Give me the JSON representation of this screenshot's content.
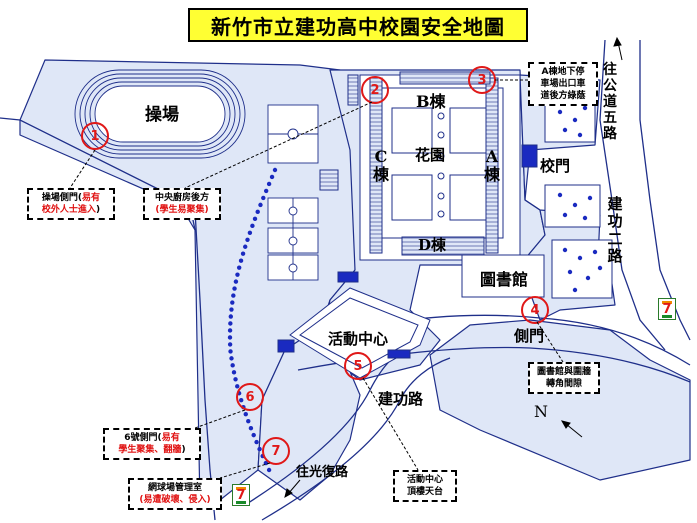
{
  "title": "新竹市立建功高中校園安全地圖",
  "labels": {
    "playground": "操場",
    "building_a": "A棟",
    "building_b": "B棟",
    "building_c": "C棟",
    "building_d": "D棟",
    "garden": "花園",
    "library": "圖書館",
    "activity_center": "活動中心",
    "main_gate": "校門",
    "side_gate": "側門",
    "road_jiangong": "建功路",
    "road_jiangong_2": "建功二路",
    "road_gongdao_5": "往公道五路",
    "road_guangfu": "往光復路",
    "north": "N"
  },
  "markers": [
    "1",
    "2",
    "3",
    "4",
    "5",
    "6",
    "7"
  ],
  "callouts": {
    "c1": {
      "line1": "操場側門(",
      "red1": "易有",
      "line2": "",
      "red2": "校外人士進入",
      "end": ")"
    },
    "c2": {
      "line1": "中央廚房後方",
      "red2": "(學生易聚集)"
    },
    "c3": {
      "line1": "A棟地下停",
      "line2": "車場出口車",
      "line3": "道後方綠蔭"
    },
    "c4": {
      "line1": "圖書館與圍牆",
      "line2": "轉角間隙"
    },
    "c5": {
      "line1": "活動中心",
      "line2": "頂樓天台"
    },
    "c6": {
      "line1": "6號側門(",
      "red1": "易有",
      "red2": "學生聚集、翻牆",
      "end": ")"
    },
    "c7": {
      "line1": "網球場管理室",
      "red2": "(易遭破壞、侵入)"
    }
  },
  "store_logo": "7",
  "colors": {
    "line": "#1f2f8a",
    "fill": "#dfe7f7",
    "dot": "#1a2ac0",
    "marker": "#e01818",
    "title_bg": "#ffff33",
    "callout_red": "#e01010"
  },
  "icons": [
    "north-arrow-icon",
    "convenience-store-icon"
  ]
}
